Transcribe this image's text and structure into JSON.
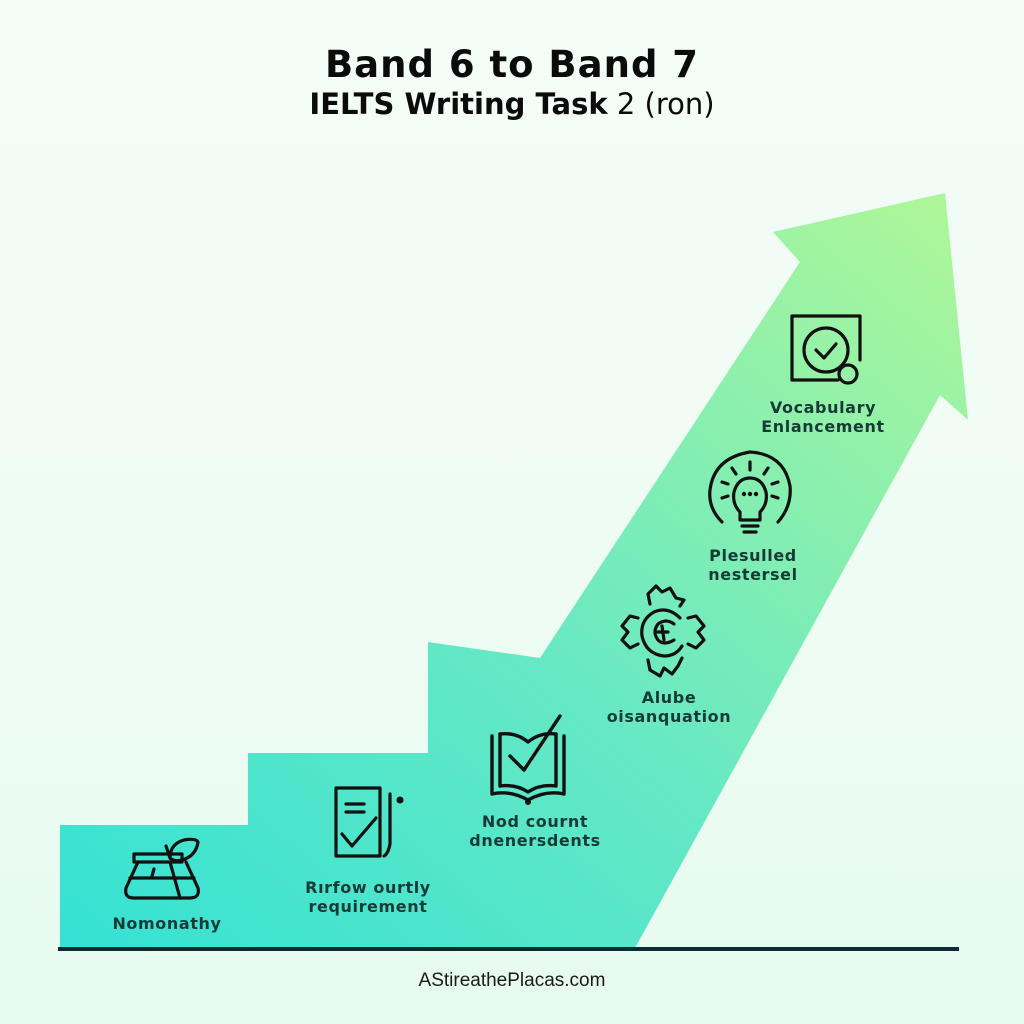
{
  "title": {
    "line1": "Band 6 to Band 7",
    "line2_bold": "IELTS Writing Task",
    "line2_rest": " 2 (ron)"
  },
  "colors": {
    "stair_start": "#3fe3d2",
    "stair_end": "#a8f59a",
    "baseline": "#0e2a33",
    "icon_stroke": "#111111",
    "background": "#f0fcf4"
  },
  "steps": [
    {
      "label_line1": "Nomonathy",
      "label_line2": "",
      "icon": "cauldron-leaf-icon"
    },
    {
      "label_line1": "Rırfow ourtly",
      "label_line2": "requirement",
      "icon": "document-check-icon"
    },
    {
      "label_line1": "Nod cournt",
      "label_line2": "dnenersdents",
      "icon": "book-check-icon"
    },
    {
      "label_line1": "Alube",
      "label_line2": "oisanquation",
      "icon": "gear-icon"
    },
    {
      "label_line1": "Plesulled",
      "label_line2": "nestersel",
      "icon": "lightbulb-icon"
    },
    {
      "label_line1": "Vocabulary",
      "label_line2": "Enlancement",
      "icon": "search-check-icon"
    }
  ],
  "footer": {
    "text": "AStireathePlacas.com"
  }
}
